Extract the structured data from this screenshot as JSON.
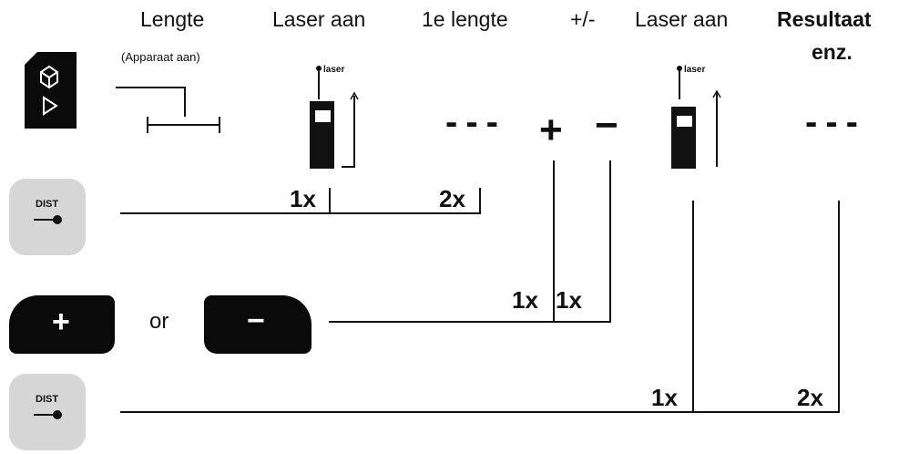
{
  "headers": {
    "lengte": "Lengte",
    "lengte_sub": "(Apparaat aan)",
    "laser1": "Laser aan",
    "first_length": "1e lengte",
    "plusminus": "+/-",
    "laser2": "Laser aan",
    "result_line1": "Resultaat",
    "result_line2": "enz."
  },
  "display": {
    "laser_label_1": "laser",
    "laser_label_2": "laser",
    "dashes_1": "---",
    "plus": "+",
    "minus": "−",
    "dashes_2": "---"
  },
  "keys": {
    "dist_label_1": "DIST",
    "dist_label_2": "DIST",
    "plus_label": "+",
    "minus_label": "−",
    "or_label": "or"
  },
  "presses": {
    "dist1_a": "1x",
    "dist1_b": "2x",
    "plus": "1x",
    "minus": "1x",
    "dist2_a": "1x",
    "dist2_b": "2x"
  },
  "colors": {
    "ink": "#111111",
    "key_grey": "#d6d6d6",
    "key_black": "#0a0a0a"
  }
}
